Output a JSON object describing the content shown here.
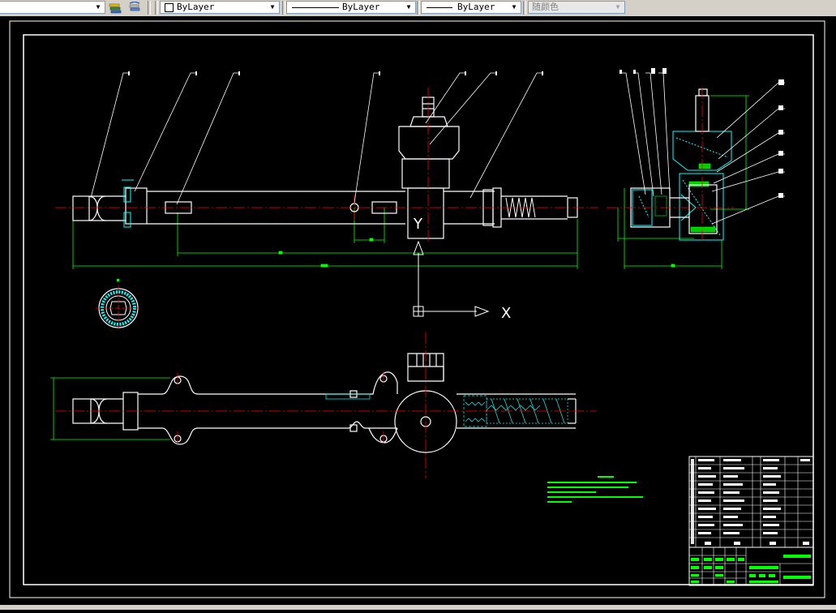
{
  "toolbar": {
    "layer_combo": {
      "value": ""
    },
    "color_combo": {
      "value": "ByLayer"
    },
    "linetype_combo": {
      "value": "ByLayer"
    },
    "lineweight_combo": {
      "value": "ByLayer"
    },
    "plotstyle_combo": {
      "value": "随颜色"
    }
  },
  "drawing": {
    "ucs_x_label": "X",
    "ucs_y_label": "Y",
    "colors": {
      "background": "#000000",
      "outline": "#ffffff",
      "centerline": "#ff0000",
      "dimension": "#00ff00",
      "hatch": "#00ffff"
    }
  }
}
